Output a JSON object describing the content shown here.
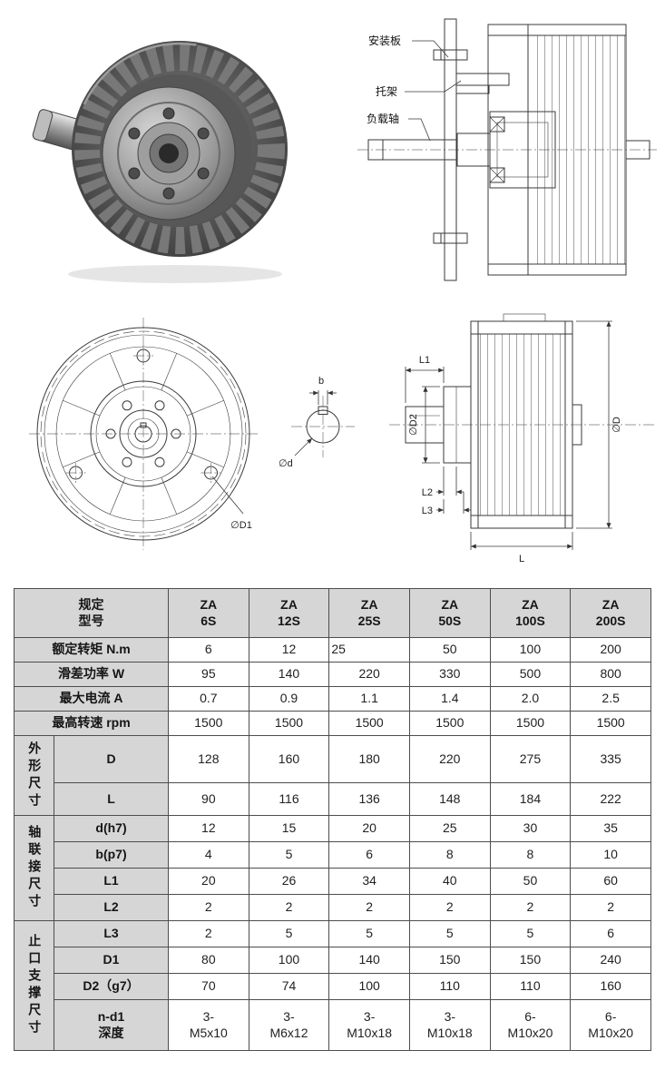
{
  "colors": {
    "table_header_bg": "#d6d6d6",
    "table_cell_bg": "#ffffff",
    "table_border": "#4d4d4d",
    "drawing_line": "#3a3a3a"
  },
  "drawings": {
    "section": {
      "mount_plate_label": "安装板",
      "bracket_label": "托架",
      "load_shaft_label": "负载轴"
    },
    "front": {
      "d1_label": "∅D1"
    },
    "keyway": {
      "b_label": "b",
      "d_label": "∅d"
    },
    "side": {
      "l1_label": "L1",
      "d2_label": "∅D2",
      "d_label": "∅D",
      "l2_label": "L2",
      "l3_label": "L3",
      "l_label": "L"
    }
  },
  "table": {
    "header": {
      "corner": "规定\n型号",
      "models": [
        "ZA\n6S",
        "ZA\n12S",
        "ZA\n25S",
        "ZA\n50S",
        "ZA\n100S",
        "ZA\n200S"
      ]
    },
    "simple_rows": [
      {
        "label": "额定转矩   N.m",
        "values": [
          "6",
          "12",
          "25",
          "50",
          "100",
          "200"
        ]
      },
      {
        "label": "滑差功率   W",
        "values": [
          "95",
          "140",
          "220",
          "330",
          "500",
          "800"
        ]
      },
      {
        "label": "最大电流   A",
        "values": [
          "0.7",
          "0.9",
          "1.1",
          "1.4",
          "2.0",
          "2.5"
        ]
      },
      {
        "label": "最高转速   rpm",
        "values": [
          "1500",
          "1500",
          "1500",
          "1500",
          "1500",
          "1500"
        ]
      }
    ],
    "groups": [
      {
        "side": "外形尺寸",
        "rows": [
          {
            "label": "D",
            "values": [
              "128",
              "160",
              "180",
              "220",
              "275",
              "335"
            ]
          },
          {
            "label": "L",
            "values": [
              "90",
              "116",
              "136",
              "148",
              "184",
              "222"
            ]
          }
        ]
      },
      {
        "side": "轴联接尺寸",
        "rows": [
          {
            "label": "d(h7)",
            "values": [
              "12",
              "15",
              "20",
              "25",
              "30",
              "35"
            ]
          },
          {
            "label": "b(p7)",
            "values": [
              "4",
              "5",
              "6",
              "8",
              "8",
              "10"
            ]
          },
          {
            "label": "L1",
            "values": [
              "20",
              "26",
              "34",
              "40",
              "50",
              "60"
            ]
          },
          {
            "label": "L2",
            "values": [
              "2",
              "2",
              "2",
              "2",
              "2",
              "2"
            ]
          }
        ]
      },
      {
        "side": "止口支撑尺寸",
        "rows": [
          {
            "label": "L3",
            "values": [
              "2",
              "5",
              "5",
              "5",
              "5",
              "6"
            ]
          },
          {
            "label": "D1",
            "values": [
              "80",
              "100",
              "140",
              "150",
              "150",
              "240"
            ]
          },
          {
            "label": "D2（g7）",
            "values": [
              "70",
              "74",
              "100",
              "110",
              "110",
              "160"
            ]
          },
          {
            "label": "n-d1\n深度",
            "values": [
              "3-\nM5x10",
              "3-\nM6x12",
              "3-\nM10x18",
              "3-\nM10x18",
              "6-\nM10x20",
              "6-\nM10x20"
            ]
          }
        ]
      }
    ]
  }
}
